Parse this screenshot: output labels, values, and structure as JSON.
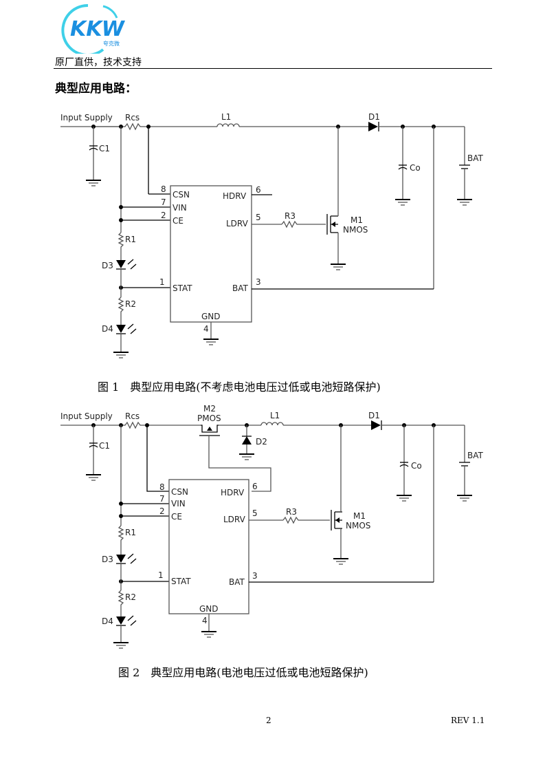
{
  "header": {
    "logo_text": "KKW",
    "logo_subtext": "夸克微",
    "logo_color": "#1a8fe0",
    "logo_swoosh_color": "#3fd0e8",
    "tagline": "原厂直供，技术支持"
  },
  "section_title": "典型应用电路：",
  "figure1": {
    "caption": "图 1　典型应用电路(不考虑电池电压过低或电池短路保护)",
    "labels": {
      "input": "Input Supply",
      "rcs": "Rcs",
      "l1": "L1",
      "d1": "D1",
      "c1": "C1",
      "co": "Co",
      "bat": "BAT",
      "r1": "R1",
      "r2": "R2",
      "r3": "R3",
      "d3": "D3",
      "d4": "D4",
      "m1": "M1",
      "m1_type": "NMOS"
    },
    "ic_pins": [
      {
        "num": "8",
        "name": "CSN"
      },
      {
        "num": "7",
        "name": "VIN"
      },
      {
        "num": "2",
        "name": "CE"
      },
      {
        "num": "1",
        "name": "STAT"
      },
      {
        "num": "6",
        "name": "HDRV"
      },
      {
        "num": "5",
        "name": "LDRV"
      },
      {
        "num": "3",
        "name": "BAT"
      },
      {
        "num": "4",
        "name": "GND"
      }
    ]
  },
  "figure2": {
    "caption": "图 2　典型应用电路(电池电压过低或电池短路保护)",
    "labels": {
      "input": "Input Supply",
      "rcs": "Rcs",
      "m2": "M2",
      "m2_type": "PMOS",
      "l1": "L1",
      "d1": "D1",
      "d2": "D2",
      "c1": "C1",
      "co": "Co",
      "bat": "BAT",
      "r1": "R1",
      "r2": "R2",
      "r3": "R3",
      "d3": "D3",
      "d4": "D4",
      "m1": "M1",
      "m1_type": "NMOS"
    },
    "ic_pins": [
      {
        "num": "8",
        "name": "CSN"
      },
      {
        "num": "7",
        "name": "VIN"
      },
      {
        "num": "2",
        "name": "CE"
      },
      {
        "num": "1",
        "name": "STAT"
      },
      {
        "num": "6",
        "name": "HDRV"
      },
      {
        "num": "5",
        "name": "LDRV"
      },
      {
        "num": "3",
        "name": "BAT"
      },
      {
        "num": "4",
        "name": "GND"
      }
    ]
  },
  "footer": {
    "page_number": "2",
    "revision": "REV 1.1"
  }
}
